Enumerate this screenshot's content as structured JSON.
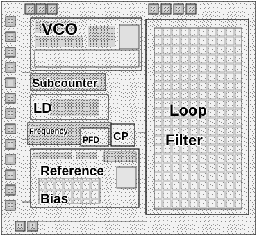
{
  "blocks": {
    "vco": {
      "label": "VCO"
    },
    "loop_filter": {
      "line1": "Loop",
      "line2": "Filter"
    },
    "subcounter": {
      "label": "Subcounter"
    },
    "lf_counter": {
      "label": "LD"
    },
    "freq_detector": {
      "label": "Frequency"
    },
    "pfd": {
      "label": "PFD"
    },
    "charge_pump": {
      "label": "CP"
    },
    "reference": {
      "label": "Reference"
    },
    "bias": {
      "label": "Bias"
    }
  },
  "colors": {
    "background": "#ffffff",
    "block_outline": "#1a1a1a",
    "texture": "#8a8a8a",
    "pad_fill": "#bdbdbd"
  }
}
